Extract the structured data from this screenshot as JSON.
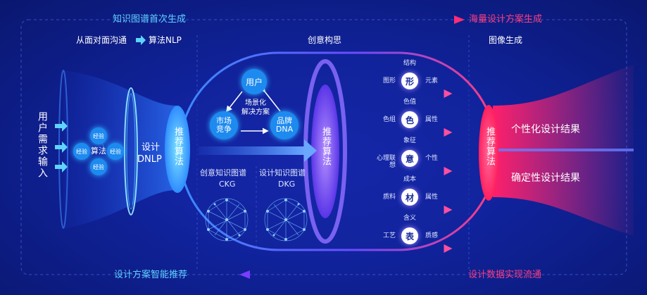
{
  "top": {
    "knowledge_first": "知识图谱首次生成",
    "mass_design": "海量设计方案生成",
    "f2f": "从面对面沟通",
    "nlp": "算法NLP",
    "creative": "创意构思",
    "image_gen": "图像生成"
  },
  "bottom": {
    "smart_recommend": "设计方案智能推荐",
    "data_flow": "设计数据实现流通"
  },
  "left": {
    "user_input": "用户需求输入",
    "bubbles": [
      "经验",
      "经验",
      "经验",
      "经验"
    ],
    "center": "算法",
    "design_dnlp_line1": "设计",
    "design_dnlp_line2": "DNLP",
    "recommend_algo": "推荐算法"
  },
  "middle": {
    "user": "用户",
    "market_line1": "市场",
    "market_line2": "竞争",
    "brand_line1": "品牌",
    "brand_line2": "DNA",
    "scene_line1": "场景化",
    "scene_line2": "解决方案",
    "ckg_title": "创意知识图谱",
    "ckg": "CKG",
    "dkg_title": "设计知识图谱",
    "dkg": "DKG",
    "recommend_algo": "推荐算法"
  },
  "attributes": [
    {
      "center": "形",
      "top": "结构",
      "left": "图形",
      "right": "元素"
    },
    {
      "center": "色",
      "top": "色值",
      "left": "色组",
      "right": "属性"
    },
    {
      "center": "意",
      "top": "象征",
      "left": "心理联想",
      "right": "个性"
    },
    {
      "center": "材",
      "top": "成本",
      "left": "质料",
      "right": "属性"
    },
    {
      "center": "表",
      "top": "含义",
      "left": "工艺",
      "right": "质感"
    }
  ],
  "right": {
    "recommend_algo": "推荐算法",
    "personalized": "个性化设计结果",
    "deterministic": "确定性设计结果"
  },
  "colors": {
    "cyan": "#5fd3ff",
    "pink": "#ff3d7f",
    "purple": "#7a4dff",
    "blue": "#1d8af0"
  }
}
